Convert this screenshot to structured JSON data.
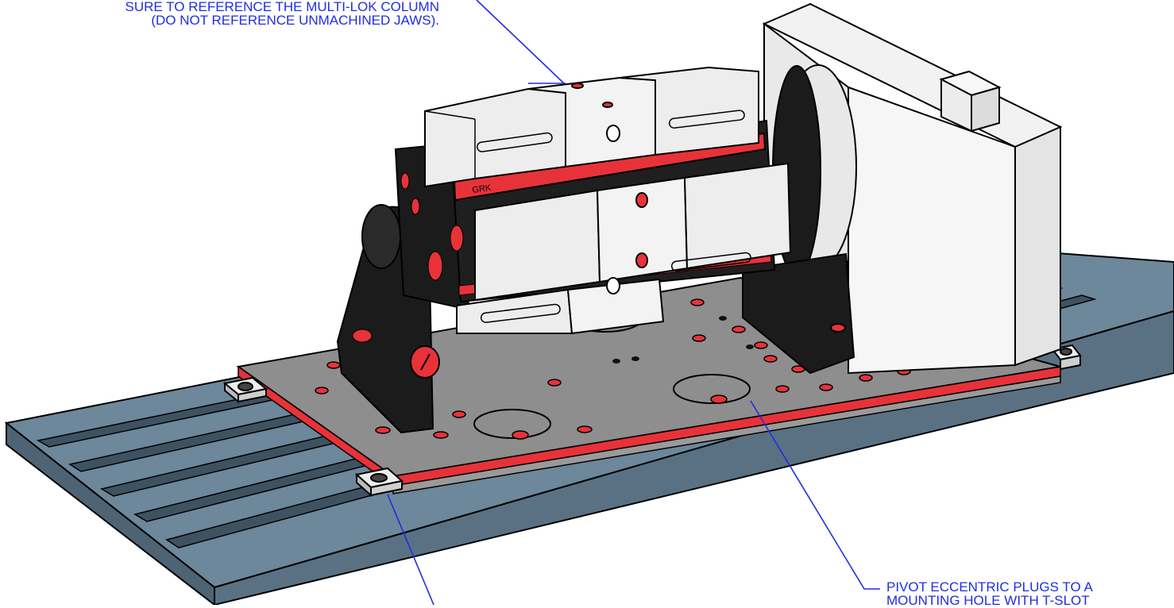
{
  "callouts": {
    "top_line1": "SURE TO REFERENCE THE MULTI-LOK COLUMN",
    "top_line2": "(DO NOT REFERENCE UNMACHINED JAWS).",
    "right_line1": "PIVOT ECCENTRIC PLUGS TO A",
    "right_line2": "MOUNTING HOLE WITH T-SLOT"
  },
  "colors": {
    "callout_text": "#1f2ee0",
    "leader_line": "#1f2ee0",
    "table": "#5a7184",
    "table_top": "#6d879b",
    "plate": "#8e8e8e",
    "accent_red": "#e8323a",
    "vise_body": "#1b1b1b",
    "jaws": "#eeeeee"
  },
  "icons": {
    "logo_mark": "multi-lok-logo"
  }
}
